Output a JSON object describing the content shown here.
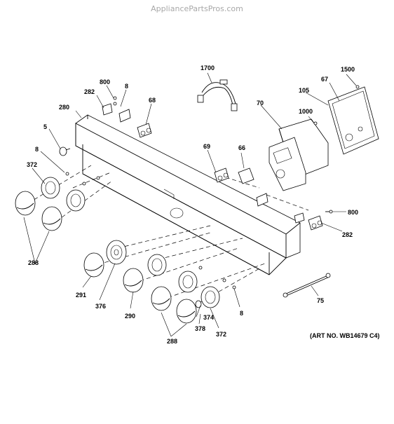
{
  "watermark": "AppliancePartsPros.com",
  "art_number": "(ART NO. WB14679 C4)",
  "labels": {
    "l1700": "1700",
    "l1500": "1500",
    "l67": "67",
    "l105": "105",
    "l800a": "800",
    "l8a": "8",
    "l282a": "282",
    "l68": "68",
    "l280": "280",
    "l70": "70",
    "l1000": "1000",
    "l5": "5",
    "l8b": "8",
    "l372a": "372",
    "l69": "69",
    "l66": "66",
    "l800b": "800",
    "l282b": "282",
    "l288a": "288",
    "l291": "291",
    "l376": "376",
    "l290": "290",
    "l374": "374",
    "l378": "378",
    "l372b": "372",
    "l8c": "8",
    "l75": "75",
    "l288b": "288"
  }
}
